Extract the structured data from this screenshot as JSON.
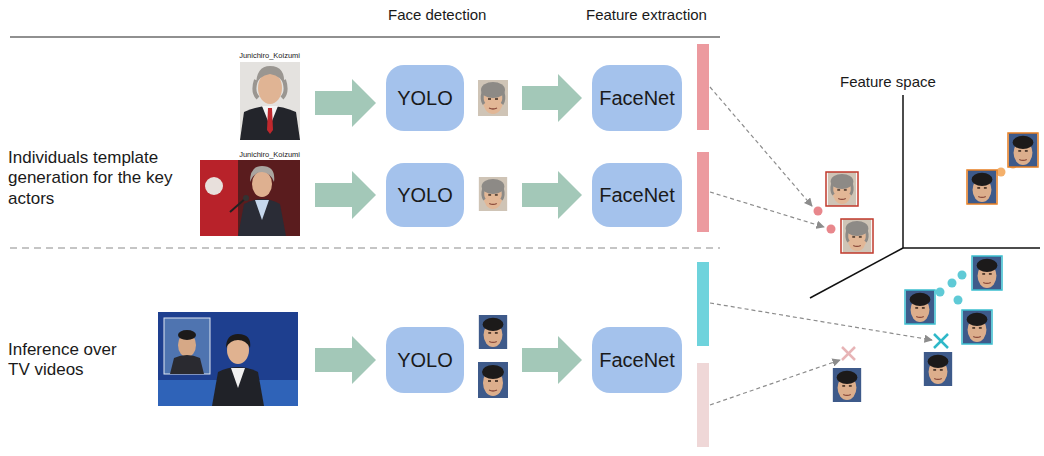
{
  "diagram": {
    "nodes": [
      {
        "text": [
          "YOLO"
        ]
      },
      {
        "text": [
          "FaceNet"
        ]
      },
      {
        "text": [
          "YOLO"
        ]
      },
      {
        "text": [
          "FaceNet"
        ]
      },
      {
        "text": [
          "YOLO"
        ]
      },
      {
        "text": [
          "FaceNet"
        ]
      }
    ],
    "edges": [
      {
        "from": 0,
        "to": 1,
        "arrow": "to"
      },
      {
        "from": 2,
        "to": 3,
        "arrow": "to"
      },
      {
        "from": 4,
        "to": 5,
        "arrow": "to"
      }
    ],
    "labels": [
      "Face detection",
      "Feature extraction",
      "Individuals template generation for the key actors",
      "Inference over TV videos",
      "Junichiro_Koizumi",
      "Junichiro_Koizumi",
      "Feature space"
    ]
  }
}
